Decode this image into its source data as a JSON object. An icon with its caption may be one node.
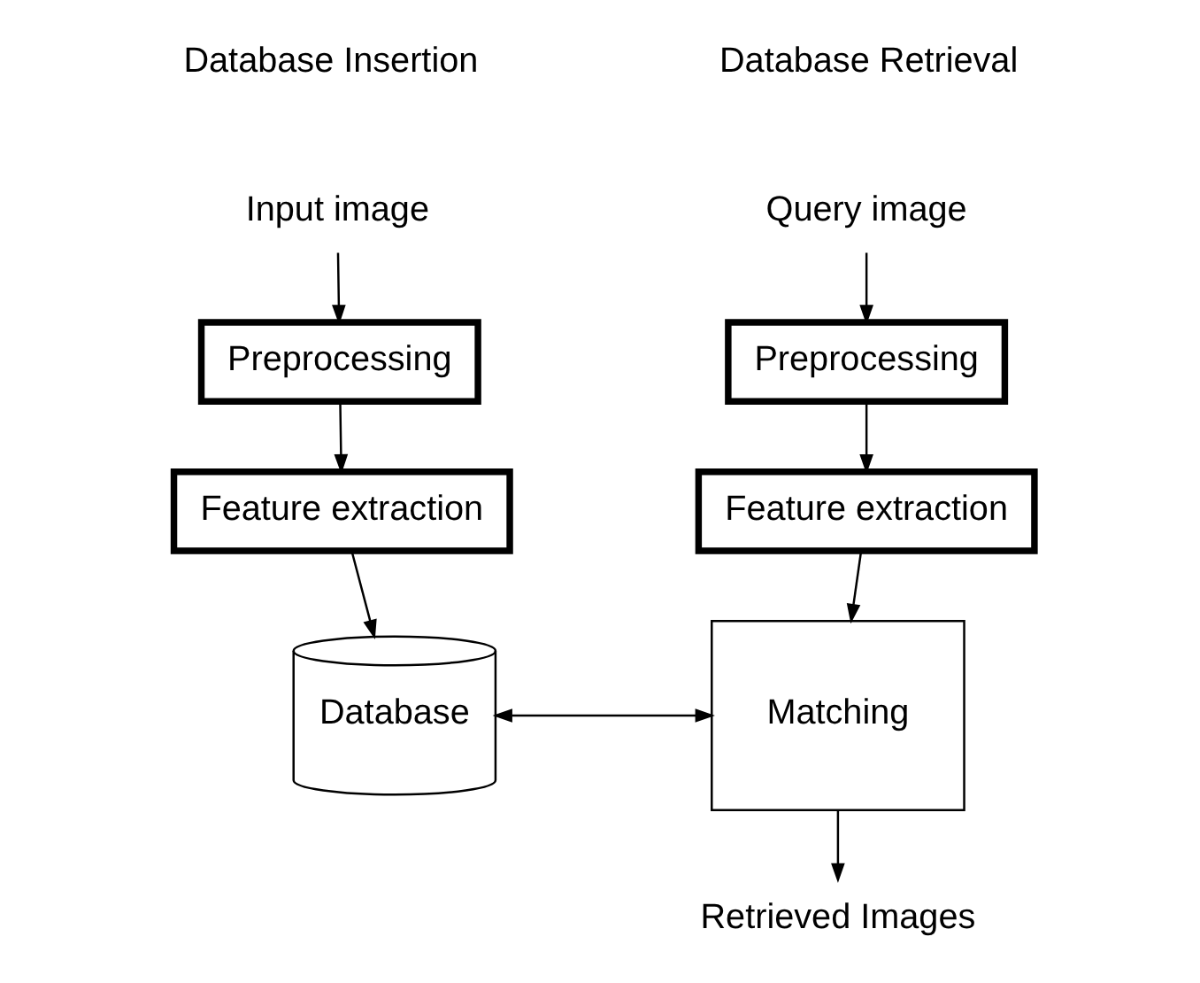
{
  "diagram": {
    "nodes": [
      {
        "text": [
          "Input image"
        ]
      },
      {
        "text": [
          "Preprocessing"
        ]
      },
      {
        "text": [
          "Feature extraction"
        ]
      },
      {
        "text": [
          "Database"
        ]
      },
      {
        "text": [
          "Query image"
        ]
      },
      {
        "text": [
          "Preprocessing"
        ]
      },
      {
        "text": [
          "Feature extraction"
        ]
      },
      {
        "text": [
          "Matching"
        ]
      },
      {
        "text": [
          "Retrieved Images"
        ]
      }
    ],
    "edges": [
      {
        "from": 0,
        "to": 1,
        "arrow": "to"
      },
      {
        "from": 1,
        "to": 2,
        "arrow": "to"
      },
      {
        "from": 2,
        "to": 3,
        "arrow": "to"
      },
      {
        "from": 4,
        "to": 5,
        "arrow": "to"
      },
      {
        "from": 5,
        "to": 6,
        "arrow": "to"
      },
      {
        "from": 6,
        "to": 7,
        "arrow": "to"
      },
      {
        "from": 3,
        "to": 7,
        "arrow": "both"
      },
      {
        "from": 7,
        "to": 8,
        "arrow": "to"
      }
    ],
    "labels": [
      "Database Insertion",
      "Database Retrieval"
    ]
  }
}
